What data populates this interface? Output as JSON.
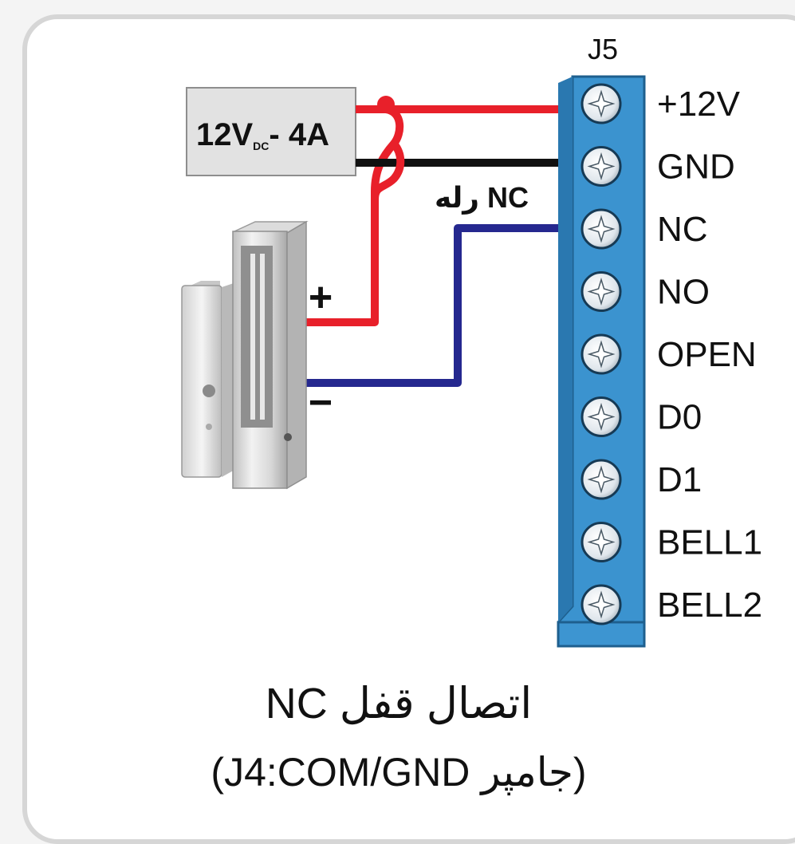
{
  "connector": {
    "name": "J5",
    "terminals": [
      "+12V",
      "GND",
      "NC",
      "NO",
      "OPEN",
      "D0",
      "D1",
      "BELL1",
      "BELL2"
    ]
  },
  "power_supply": {
    "label_main": "12V",
    "label_sub": "DC",
    "label_rest": "- 4A"
  },
  "relay_label": "NC رله",
  "lock": {
    "plus": "+",
    "minus": "−"
  },
  "caption": {
    "title": "اتصال قفل NC",
    "subtitle": "(جامپر J4:COM/GND)"
  },
  "colors": {
    "connector": "#3b93cf",
    "wire_positive": "#e8202a",
    "wire_ground": "#111111",
    "wire_signal": "#25288f",
    "psu_box": "#e2e2e2"
  }
}
